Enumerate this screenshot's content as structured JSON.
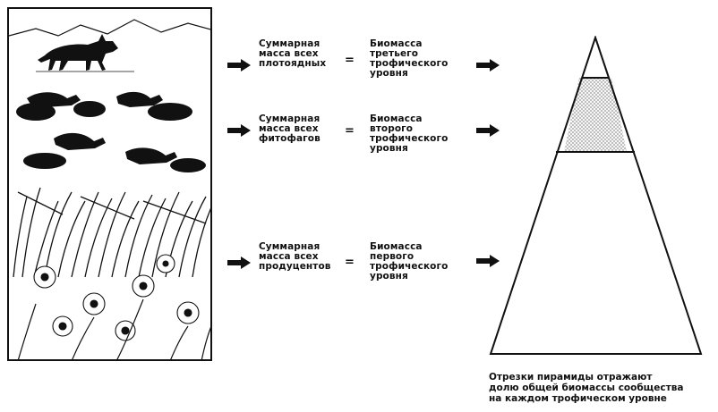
{
  "levels": [
    {
      "key": "carnivores",
      "left_label": "Суммарная\nмасса всех\nплотоядных",
      "equals": "=",
      "right_label": "Биомасса\nтретьего\nтрофического\nуровня"
    },
    {
      "key": "phytophages",
      "left_label": "Суммарная\nмасса всех\nфитофагов",
      "equals": "=",
      "right_label": "Биомасса\nвторого\nтрофического\nуровня"
    },
    {
      "key": "producers",
      "left_label": "Суммарная\nмасса всех\nпродуцентов",
      "equals": "=",
      "right_label": "Биомасса\nпервого\nтрофического\nуровня"
    }
  ],
  "caption": "Отрезки пирамиды отражают\nдолю общей биомассы сообщества\nна каждом трофическом уровне",
  "colors": {
    "ink": "#111111",
    "hatch": "#bdbdbd",
    "background": "#ffffff"
  },
  "icons": [
    "wolf-icon",
    "weasel-icon",
    "grass-icon",
    "flower-icon",
    "arrow-right-icon"
  ]
}
